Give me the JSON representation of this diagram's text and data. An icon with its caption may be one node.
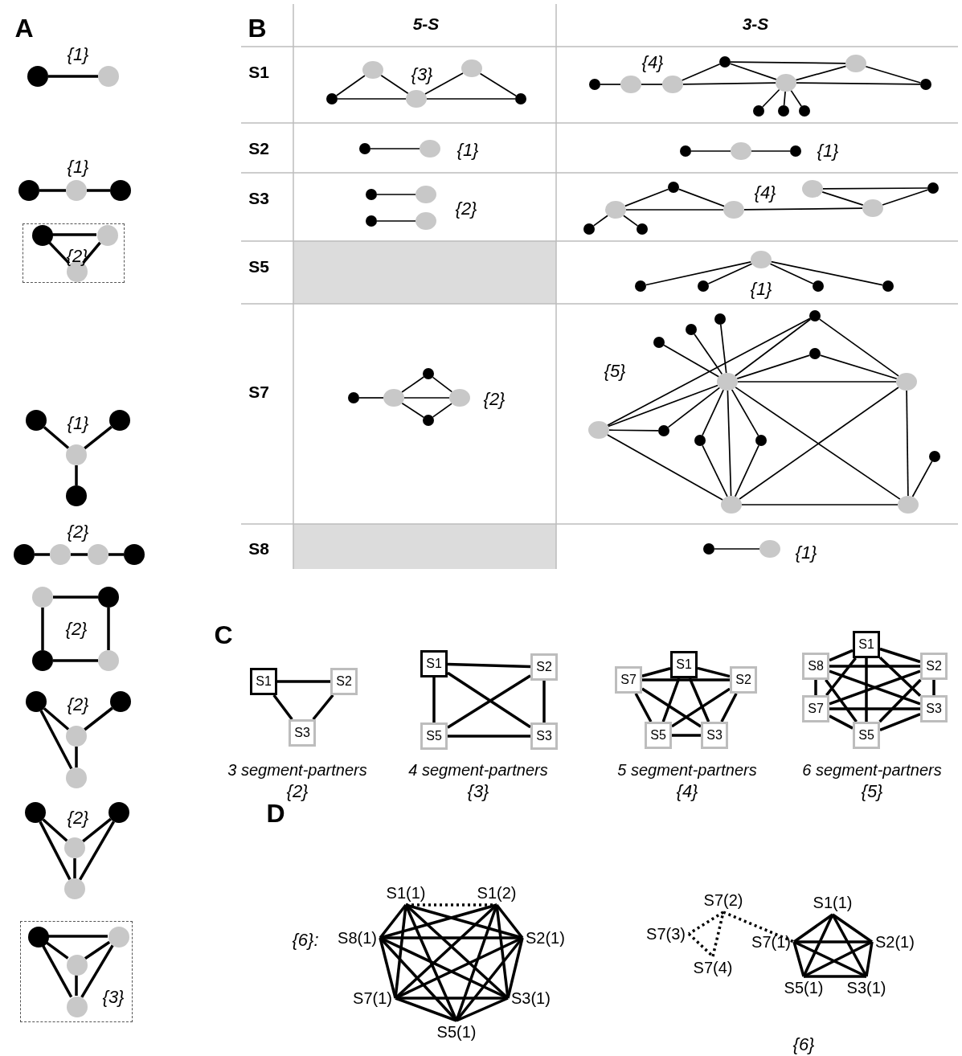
{
  "diagram": {
    "nodes": [
      {
        "text": [],
        "shape": "circle"
      },
      {
        "text": [],
        "shape": "circle"
      },
      {
        "text": [],
        "shape": "circle"
      },
      {
        "text": [],
        "shape": "circle"
      },
      {
        "text": [],
        "shape": "circle"
      },
      {
        "text": [
          "{2}"
        ]
      },
      {
        "text": [],
        "shape": "circle",
        "in": 5
      },
      {
        "text": [],
        "shape": "circle",
        "in": 5
      },
      {
        "text": [],
        "shape": "circle",
        "in": 5
      },
      {
        "text": [],
        "shape": "circle"
      },
      {
        "text": [],
        "shape": "circle"
      },
      {
        "text": [],
        "shape": "circle"
      },
      {
        "text": [],
        "shape": "circle"
      },
      {
        "text": [],
        "shape": "circle"
      },
      {
        "text": [],
        "shape": "circle"
      },
      {
        "text": [],
        "shape": "circle"
      },
      {
        "text": [],
        "shape": "circle"
      },
      {
        "text": [],
        "shape": "circle"
      },
      {
        "text": [],
        "shape": "circle"
      },
      {
        "text": [],
        "shape": "circle"
      },
      {
        "text": [],
        "shape": "circle"
      },
      {
        "text": [],
        "shape": "circle"
      },
      {
        "text": [],
        "shape": "circle"
      },
      {
        "text": [],
        "shape": "circle"
      },
      {
        "text": [],
        "shape": "circle"
      },
      {
        "text": [],
        "shape": "circle"
      },
      {
        "text": [],
        "shape": "circle"
      },
      {
        "text": [],
        "shape": "circle"
      },
      {
        "text": [],
        "shape": "circle"
      },
      {
        "text": [
          "{3}"
        ]
      },
      {
        "text": [],
        "shape": "circle",
        "in": 29
      },
      {
        "text": [],
        "shape": "circle",
        "in": 29
      },
      {
        "text": [],
        "shape": "circle",
        "in": 29
      },
      {
        "text": [],
        "shape": "circle",
        "in": 29
      },
      {
        "text": [],
        "shape": "circle"
      },
      {
        "text": [],
        "shape": "circle"
      },
      {
        "text": [],
        "shape": "circle"
      },
      {
        "text": [],
        "shape": "circle"
      },
      {
        "text": [],
        "shape": "circle"
      },
      {
        "text": [],
        "shape": "circle"
      },
      {
        "text": [],
        "shape": "circle"
      },
      {
        "text": [],
        "shape": "circle"
      },
      {
        "text": [],
        "shape": "circle"
      },
      {
        "text": [],
        "shape": "circle"
      },
      {
        "text": [],
        "shape": "circle"
      },
      {
        "text": [],
        "shape": "circle"
      },
      {
        "text": [],
        "shape": "circle"
      },
      {
        "text": [],
        "shape": "circle"
      },
      {
        "text": [],
        "shape": "circle"
      },
      {
        "text": [],
        "shape": "circle"
      },
      {
        "text": [],
        "shape": "circle"
      },
      {
        "text": [],
        "shape": "circle"
      },
      {
        "text": [],
        "shape": "circle"
      },
      {
        "text": [],
        "shape": "circle"
      },
      {
        "text": [],
        "shape": "circle"
      },
      {
        "text": [],
        "shape": "circle"
      },
      {
        "text": [],
        "shape": "circle"
      },
      {
        "text": [],
        "shape": "circle"
      },
      {
        "text": [],
        "shape": "circle"
      },
      {
        "text": [],
        "shape": "circle"
      },
      {
        "text": [],
        "shape": "circle"
      },
      {
        "text": [],
        "shape": "circle"
      },
      {
        "text": [],
        "shape": "circle"
      },
      {
        "text": [],
        "shape": "circle"
      },
      {
        "text": [],
        "shape": "circle"
      },
      {
        "text": [],
        "shape": "circle"
      },
      {
        "text": [],
        "shape": "circle"
      },
      {
        "text": [],
        "shape": "circle"
      },
      {
        "text": [],
        "shape": "circle"
      },
      {
        "text": [],
        "shape": "circle"
      },
      {
        "text": [],
        "shape": "circle"
      },
      {
        "text": [],
        "shape": "circle"
      },
      {
        "text": [],
        "shape": "circle"
      },
      {
        "text": [],
        "shape": "circle"
      },
      {
        "text": [],
        "shape": "circle"
      },
      {
        "text": [],
        "shape": "circle"
      },
      {
        "text": [],
        "shape": "circle"
      },
      {
        "text": [],
        "shape": "circle"
      },
      {
        "text": [],
        "shape": "circle"
      },
      {
        "text": [],
        "shape": "circle"
      },
      {
        "text": [],
        "shape": "circle"
      },
      {
        "text": [],
        "shape": "circle"
      },
      {
        "text": [],
        "shape": "circle"
      },
      {
        "text": [],
        "shape": "circle"
      },
      {
        "text": [],
        "shape": "circle"
      },
      {
        "text": [],
        "shape": "circle"
      },
      {
        "text": [],
        "shape": "circle"
      },
      {
        "text": [],
        "shape": "circle"
      },
      {
        "text": [],
        "shape": "circle"
      },
      {
        "text": [],
        "shape": "circle"
      },
      {
        "text": [],
        "shape": "circle"
      },
      {
        "text": [],
        "shape": "circle"
      },
      {
        "text": [
          "S1"
        ]
      },
      {
        "text": [
          "S2"
        ]
      },
      {
        "text": [
          "S3"
        ]
      },
      {
        "text": [
          "S1"
        ]
      },
      {
        "text": [
          "S2"
        ]
      },
      {
        "text": [
          "S5"
        ]
      },
      {
        "text": [
          "S3"
        ]
      },
      {
        "text": [
          "S1"
        ]
      },
      {
        "text": [
          "S7"
        ]
      },
      {
        "text": [
          "S2"
        ]
      },
      {
        "text": [
          "S5"
        ]
      },
      {
        "text": [
          "S3"
        ]
      },
      {
        "text": [
          "S1"
        ]
      },
      {
        "text": [
          "S8"
        ]
      },
      {
        "text": [
          "S2"
        ]
      },
      {
        "text": [
          "S7"
        ]
      },
      {
        "text": [
          "S3"
        ]
      },
      {
        "text": [
          "S5"
        ]
      },
      {
        "text": [
          "S1(1)"
        ]
      },
      {
        "text": [
          "S1(2)"
        ]
      },
      {
        "text": [
          "S8(1)"
        ]
      },
      {
        "text": [
          "S2(1)"
        ]
      },
      {
        "text": [
          "S7(1)"
        ]
      },
      {
        "text": [
          "S3(1)"
        ]
      },
      {
        "text": [
          "S5(1)"
        ]
      },
      {
        "text": [
          "S7(2)"
        ]
      },
      {
        "text": [
          "S1(1)"
        ]
      },
      {
        "text": [
          "S7(3)"
        ]
      },
      {
        "text": [
          "S7(1)"
        ]
      },
      {
        "text": [
          "S2(1)"
        ]
      },
      {
        "text": [
          "S7(4)"
        ]
      },
      {
        "text": [
          "S5(1)"
        ]
      },
      {
        "text": [
          "S3(1)"
        ]
      }
    ],
    "edges": [
      {
        "from": 0,
        "to": 1,
        "arrow": "none"
      },
      {
        "from": 2,
        "to": 3,
        "arrow": "none"
      },
      {
        "from": 3,
        "to": 4,
        "arrow": "none"
      },
      {
        "from": 6,
        "to": 7,
        "arrow": "none"
      },
      {
        "from": 7,
        "to": 8,
        "arrow": "none"
      },
      {
        "from": 6,
        "to": 8,
        "arrow": "none"
      },
      {
        "from": 9,
        "to": 11,
        "arrow": "none"
      },
      {
        "from": 10,
        "to": 11,
        "arrow": "none"
      },
      {
        "from": 11,
        "to": 12,
        "arrow": "none"
      },
      {
        "from": 13,
        "to": 14,
        "arrow": "none"
      },
      {
        "from": 14,
        "to": 15,
        "arrow": "none"
      },
      {
        "from": 15,
        "to": 16,
        "arrow": "none"
      },
      {
        "from": 17,
        "to": 18,
        "arrow": "none"
      },
      {
        "from": 17,
        "to": 19,
        "arrow": "none"
      },
      {
        "from": 18,
        "to": 20,
        "arrow": "none"
      },
      {
        "from": 19,
        "to": 20,
        "arrow": "none"
      },
      {
        "from": 21,
        "to": 23,
        "arrow": "none"
      },
      {
        "from": 22,
        "to": 23,
        "arrow": "none"
      },
      {
        "from": 23,
        "to": 24,
        "arrow": "none"
      },
      {
        "from": 21,
        "to": 24,
        "arrow": "none"
      },
      {
        "from": 25,
        "to": 27,
        "arrow": "none"
      },
      {
        "from": 26,
        "to": 27,
        "arrow": "none"
      },
      {
        "from": 27,
        "to": 28,
        "arrow": "none"
      },
      {
        "from": 25,
        "to": 28,
        "arrow": "none"
      },
      {
        "from": 26,
        "to": 28,
        "arrow": "none"
      },
      {
        "from": 30,
        "to": 31,
        "arrow": "none"
      },
      {
        "from": 30,
        "to": 32,
        "arrow": "none"
      },
      {
        "from": 31,
        "to": 32,
        "arrow": "none"
      },
      {
        "from": 32,
        "to": 33,
        "arrow": "none"
      },
      {
        "from": 30,
        "to": 33,
        "arrow": "none"
      },
      {
        "from": 31,
        "to": 33,
        "arrow": "none"
      },
      {
        "from": 34,
        "to": 35,
        "arrow": "none"
      },
      {
        "from": 35,
        "to": 36,
        "arrow": "none"
      },
      {
        "from": 36,
        "to": 37,
        "arrow": "none"
      },
      {
        "from": 37,
        "to": 38,
        "arrow": "none"
      },
      {
        "from": 34,
        "to": 36,
        "arrow": "none"
      },
      {
        "from": 36,
        "to": 38,
        "arrow": "none"
      },
      {
        "from": 39,
        "to": 40,
        "arrow": "none"
      },
      {
        "from": 40,
        "to": 41,
        "arrow": "none"
      },
      {
        "from": 41,
        "to": 42,
        "arrow": "none"
      },
      {
        "from": 41,
        "to": 43,
        "arrow": "none"
      },
      {
        "from": 43,
        "to": 45,
        "arrow": "none"
      },
      {
        "from": 42,
        "to": 43,
        "arrow": "none"
      },
      {
        "from": 42,
        "to": 44,
        "arrow": "none"
      },
      {
        "from": 43,
        "to": 44,
        "arrow": "none"
      },
      {
        "from": 44,
        "to": 45,
        "arrow": "none"
      },
      {
        "from": 43,
        "to": 46,
        "arrow": "none"
      },
      {
        "from": 43,
        "to": 47,
        "arrow": "none"
      },
      {
        "from": 43,
        "to": 48,
        "arrow": "none"
      },
      {
        "from": 49,
        "to": 50,
        "arrow": "none"
      },
      {
        "from": 51,
        "to": 52,
        "arrow": "none"
      },
      {
        "from": 52,
        "to": 53,
        "arrow": "none"
      },
      {
        "from": 54,
        "to": 55,
        "arrow": "none"
      },
      {
        "from": 56,
        "to": 57,
        "arrow": "none"
      },
      {
        "from": 58,
        "to": 59,
        "arrow": "none"
      },
      {
        "from": 59,
        "to": 62,
        "arrow": "none"
      },
      {
        "from": 58,
        "to": 62,
        "arrow": "none"
      },
      {
        "from": 58,
        "to": 60,
        "arrow": "none"
      },
      {
        "from": 58,
        "to": 61,
        "arrow": "none"
      },
      {
        "from": 62,
        "to": 65,
        "arrow": "none"
      },
      {
        "from": 63,
        "to": 64,
        "arrow": "none"
      },
      {
        "from": 63,
        "to": 65,
        "arrow": "none"
      },
      {
        "from": 65,
        "to": 64,
        "arrow": "none"
      },
      {
        "from": 66,
        "to": 67,
        "arrow": "none"
      },
      {
        "from": 66,
        "to": 68,
        "arrow": "none"
      },
      {
        "from": 66,
        "to": 69,
        "arrow": "none"
      },
      {
        "from": 66,
        "to": 70,
        "arrow": "none"
      },
      {
        "from": 71,
        "to": 72,
        "arrow": "none"
      },
      {
        "from": 72,
        "to": 73,
        "arrow": "none"
      },
      {
        "from": 72,
        "to": 74,
        "arrow": "none"
      },
      {
        "from": 72,
        "to": 75,
        "arrow": "none"
      },
      {
        "from": 73,
        "to": 75,
        "arrow": "none"
      },
      {
        "from": 74,
        "to": 75,
        "arrow": "none"
      },
      {
        "from": 76,
        "to": 81,
        "arrow": "none"
      },
      {
        "from": 77,
        "to": 81,
        "arrow": "none"
      },
      {
        "from": 78,
        "to": 81,
        "arrow": "none"
      },
      {
        "from": 79,
        "to": 81,
        "arrow": "none"
      },
      {
        "from": 79,
        "to": 82,
        "arrow": "none"
      },
      {
        "from": 79,
        "to": 83,
        "arrow": "none"
      },
      {
        "from": 80,
        "to": 81,
        "arrow": "none"
      },
      {
        "from": 80,
        "to": 83,
        "arrow": "none"
      },
      {
        "from": 81,
        "to": 83,
        "arrow": "none"
      },
      {
        "from": 81,
        "to": 82,
        "arrow": "none"
      },
      {
        "from": 82,
        "to": 84,
        "arrow": "none"
      },
      {
        "from": 84,
        "to": 81,
        "arrow": "none"
      },
      {
        "from": 81,
        "to": 85,
        "arrow": "none"
      },
      {
        "from": 85,
        "to": 88,
        "arrow": "none"
      },
      {
        "from": 81,
        "to": 86,
        "arrow": "none"
      },
      {
        "from": 86,
        "to": 88,
        "arrow": "none"
      },
      {
        "from": 81,
        "to": 88,
        "arrow": "none"
      },
      {
        "from": 81,
        "to": 89,
        "arrow": "none"
      },
      {
        "from": 82,
        "to": 88,
        "arrow": "none"
      },
      {
        "from": 88,
        "to": 83,
        "arrow": "none"
      },
      {
        "from": 88,
        "to": 89,
        "arrow": "none"
      },
      {
        "from": 83,
        "to": 89,
        "arrow": "none"
      },
      {
        "from": 89,
        "to": 87,
        "arrow": "none"
      },
      {
        "from": 90,
        "to": 91,
        "arrow": "none"
      },
      {
        "from": 92,
        "to": 93,
        "arrow": "none"
      },
      {
        "from": 93,
        "to": 94,
        "arrow": "none"
      },
      {
        "from": 92,
        "to": 94,
        "arrow": "none"
      },
      {
        "from": 95,
        "to": 96,
        "arrow": "none"
      },
      {
        "from": 96,
        "to": 98,
        "arrow": "none"
      },
      {
        "from": 98,
        "to": 97,
        "arrow": "none"
      },
      {
        "from": 97,
        "to": 95,
        "arrow": "none"
      },
      {
        "from": 95,
        "to": 98,
        "arrow": "none"
      },
      {
        "from": 96,
        "to": 97,
        "arrow": "none"
      },
      {
        "from": 99,
        "to": 100,
        "arrow": "none"
      },
      {
        "from": 99,
        "to": 101,
        "arrow": "none"
      },
      {
        "from": 99,
        "to": 102,
        "arrow": "none"
      },
      {
        "from": 99,
        "to": 103,
        "arrow": "none"
      },
      {
        "from": 100,
        "to": 101,
        "arrow": "none"
      },
      {
        "from": 100,
        "to": 102,
        "arrow": "none"
      },
      {
        "from": 100,
        "to": 103,
        "arrow": "none"
      },
      {
        "from": 101,
        "to": 102,
        "arrow": "none"
      },
      {
        "from": 101,
        "to": 103,
        "arrow": "none"
      },
      {
        "from": 102,
        "to": 103,
        "arrow": "none"
      },
      {
        "from": 104,
        "to": 105,
        "arrow": "none"
      },
      {
        "from": 104,
        "to": 106,
        "arrow": "none"
      },
      {
        "from": 104,
        "to": 107,
        "arrow": "none"
      },
      {
        "from": 104,
        "to": 108,
        "arrow": "none"
      },
      {
        "from": 104,
        "to": 109,
        "arrow": "none"
      },
      {
        "from": 105,
        "to": 106,
        "arrow": "none"
      },
      {
        "from": 105,
        "to": 107,
        "arrow": "none"
      },
      {
        "from": 105,
        "to": 108,
        "arrow": "none"
      },
      {
        "from": 105,
        "to": 109,
        "arrow": "none"
      },
      {
        "from": 106,
        "to": 107,
        "arrow": "none"
      },
      {
        "from": 106,
        "to": 108,
        "arrow": "none"
      },
      {
        "from": 106,
        "to": 109,
        "arrow": "none"
      },
      {
        "from": 107,
        "to": 108,
        "arrow": "none"
      },
      {
        "from": 107,
        "to": 109,
        "arrow": "none"
      },
      {
        "from": 108,
        "to": 109,
        "arrow": "none"
      },
      {
        "from": 110,
        "to": 111,
        "arrow": "none",
        "style": "dashed"
      },
      {
        "from": 110,
        "to": 112,
        "arrow": "none"
      },
      {
        "from": 110,
        "to": 113,
        "arrow": "none"
      },
      {
        "from": 110,
        "to": 114,
        "arrow": "none"
      },
      {
        "from": 110,
        "to": 115,
        "arrow": "none"
      },
      {
        "from": 110,
        "to": 116,
        "arrow": "none"
      },
      {
        "from": 111,
        "to": 112,
        "arrow": "none"
      },
      {
        "from": 111,
        "to": 113,
        "arrow": "none"
      },
      {
        "from": 111,
        "to": 114,
        "arrow": "none"
      },
      {
        "from": 111,
        "to": 115,
        "arrow": "none"
      },
      {
        "from": 111,
        "to": 116,
        "arrow": "none"
      },
      {
        "from": 112,
        "to": 113,
        "arrow": "none"
      },
      {
        "from": 112,
        "to": 114,
        "arrow": "none"
      },
      {
        "from": 112,
        "to": 115,
        "arrow": "none"
      },
      {
        "from": 112,
        "to": 116,
        "arrow": "none"
      },
      {
        "from": 113,
        "to": 114,
        "arrow": "none"
      },
      {
        "from": 113,
        "to": 115,
        "arrow": "none"
      },
      {
        "from": 113,
        "to": 116,
        "arrow": "none"
      },
      {
        "from": 114,
        "to": 115,
        "arrow": "none"
      },
      {
        "from": 114,
        "to": 116,
        "arrow": "none"
      },
      {
        "from": 115,
        "to": 116,
        "arrow": "none"
      },
      {
        "from": 117,
        "to": 119,
        "arrow": "none",
        "style": "dashed"
      },
      {
        "from": 119,
        "to": 122,
        "arrow": "none",
        "style": "dashed"
      },
      {
        "from": 122,
        "to": 117,
        "arrow": "none",
        "style": "dashed"
      },
      {
        "from": 117,
        "to": 120,
        "arrow": "none",
        "style": "dashed"
      },
      {
        "from": 118,
        "to": 120,
        "arrow": "none"
      },
      {
        "from": 118,
        "to": 121,
        "arrow": "none"
      },
      {
        "from": 118,
        "to": 123,
        "arrow": "none"
      },
      {
        "from": 118,
        "to": 124,
        "arrow": "none"
      },
      {
        "from": 120,
        "to": 121,
        "arrow": "none"
      },
      {
        "from": 120,
        "to": 123,
        "arrow": "none"
      },
      {
        "from": 120,
        "to": 124,
        "arrow": "none"
      },
      {
        "from": 121,
        "to": 123,
        "arrow": "none"
      },
      {
        "from": 121,
        "to": 124,
        "arrow": "none"
      },
      {
        "from": 123,
        "to": 124,
        "arrow": "none"
      }
    ],
    "labels": [
      "A",
      "{1}",
      "{1}",
      "{1}",
      "{2}",
      "{2}",
      "{2}",
      "{2}",
      "B",
      "5-S",
      "3-S",
      "S1",
      "{3}",
      "{4}",
      "S2",
      "{1}",
      "{1}",
      "S3",
      "{2}",
      "{4}",
      "S5",
      "{1}",
      "S7",
      "{2}",
      "{5}",
      "S8",
      "{1}",
      "C",
      "3 segment-partners",
      "{2}",
      "4 segment-partners",
      "{3}",
      "5 segment-partners",
      "{4}",
      "6 segment-partners",
      "{5}",
      "D",
      "{6}:",
      "{6}"
    ]
  }
}
